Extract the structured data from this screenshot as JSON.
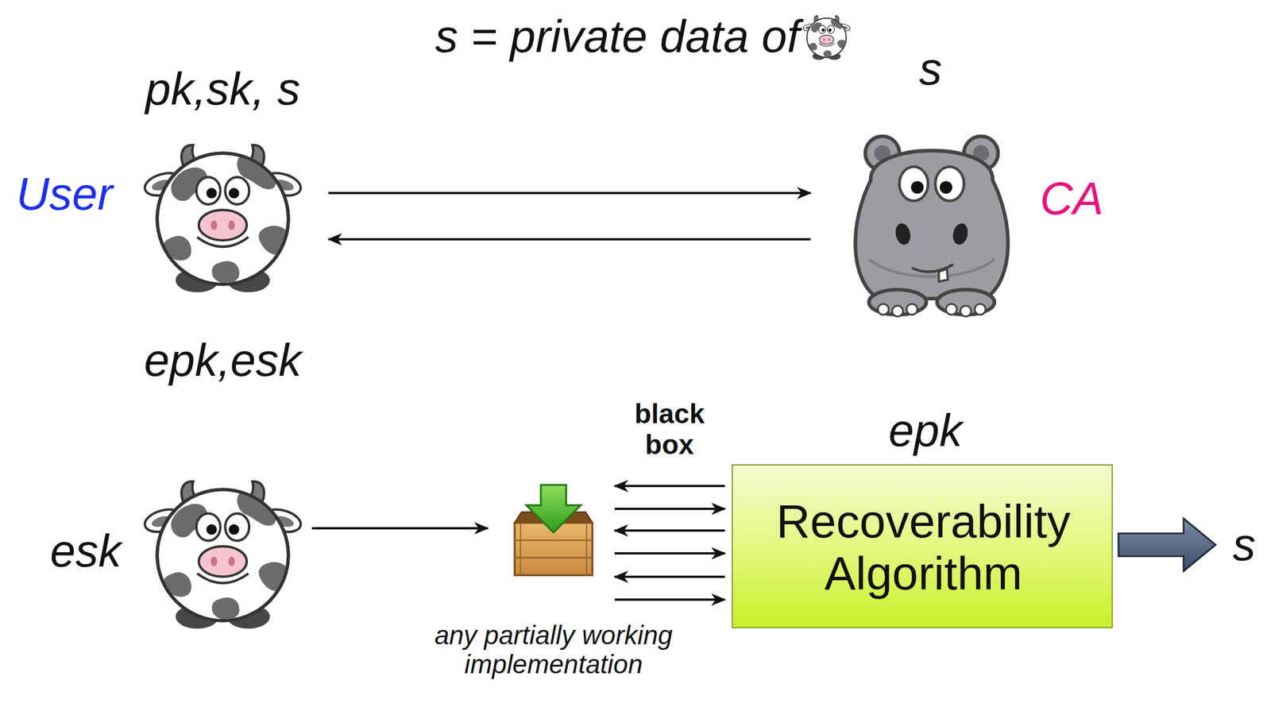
{
  "diagram": {
    "title": "s = private data of",
    "nodes": [
      {
        "text": [
          "pk,sk, s",
          "User",
          "epk,esk"
        ]
      },
      {
        "text": [
          "s",
          "CA"
        ]
      },
      {
        "text": [
          "esk"
        ]
      },
      {
        "text": [
          "any partially working implementation"
        ]
      },
      {
        "text": [
          "epk",
          "Recoverability Algorithm"
        ]
      }
    ],
    "edges": [
      {
        "from": 0,
        "to": 1,
        "arrow": "to"
      },
      {
        "from": 1,
        "to": 0,
        "arrow": "to"
      },
      {
        "from": 2,
        "to": 3,
        "arrow": "to"
      },
      {
        "from": 4,
        "to": 3,
        "arrow": "to"
      },
      {
        "from": 3,
        "to": 4,
        "arrow": "to"
      },
      {
        "from": 4,
        "to": 3,
        "arrow": "to"
      },
      {
        "from": 3,
        "to": 4,
        "arrow": "to"
      },
      {
        "from": 4,
        "to": 3,
        "arrow": "to"
      },
      {
        "from": 3,
        "to": 4,
        "arrow": "to"
      }
    ],
    "labels": [
      "black box",
      "s"
    ]
  }
}
